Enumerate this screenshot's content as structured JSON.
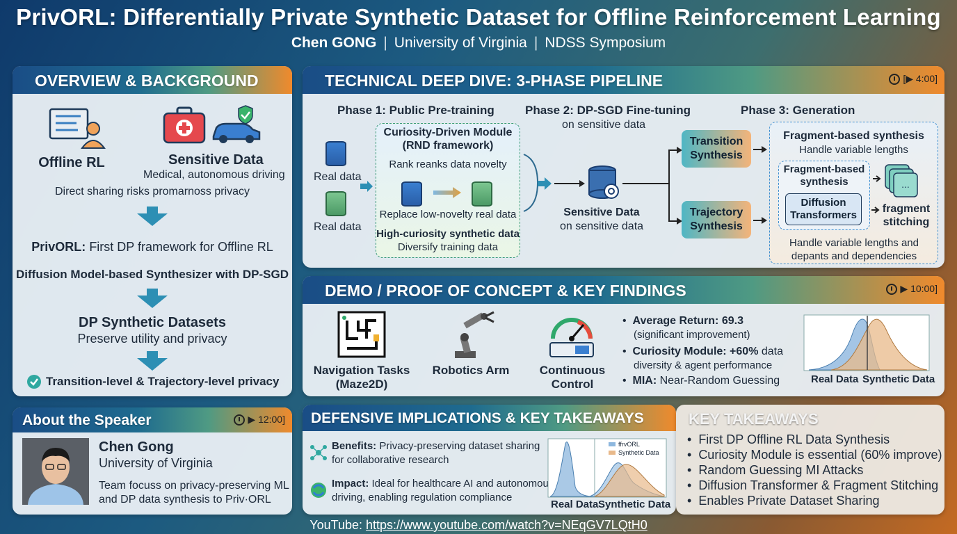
{
  "header": {
    "title": "PrivORL: Differentially Private Synthetic Dataset for Offline Reinforcement Learning",
    "author": "Chen GONG",
    "affiliation": "University of Virginia",
    "venue": "NDSS Symposium"
  },
  "overview": {
    "title": "OVERVIEW & BACKGROUND",
    "offline_rl": "Offline RL",
    "sensitive_data": "Sensitive Data",
    "sensitive_desc": "Medical, autonomous driving",
    "risk": "Direct sharing risks promarnoss privacy",
    "privorl_name": "PrivORL:",
    "privorl_desc": "First DP framework for Offline RL",
    "synth": "Diffusion Model-based Synthesizer with DP-SGD",
    "dp_title": "DP Synthetic Datasets",
    "dp_desc": "Preserve utility and privacy",
    "check": "Transition-level & Trajectory-level privacy"
  },
  "pipeline": {
    "title": "TECHNICAL DEEP DIVE: 3-PHASE PIPELINE",
    "timer": "[▶ 4:00]",
    "phase1": "Phase 1: Public Pre-training",
    "phase2": "Phase 2: DP-SGD Fine-tuning",
    "phase2_sub": "on sensitive data",
    "phase3": "Phase 3: Generation",
    "real1": "Real data",
    "real2": "Real data",
    "cur_title": "Curiosity-Driven Module",
    "cur_sub": "(RND framework)",
    "rank": "Rank reanks data novelty",
    "replace": "Replace low-novelty real data",
    "high": "High-curiosity synthetic data",
    "diversify": "Diversify training data",
    "sens_title": "Sensitive Data",
    "sens_sub": "on sensitive data",
    "trans": "Transition Synthesis",
    "traj": "Trajectory Synthesis",
    "frag_title": "Fragment-based synthesis",
    "frag_sub": "Handle variable lengths",
    "frag_inner": "Fragment-based synthesis",
    "diff": "Diffusion Transformers",
    "stitch": "fragment stitching",
    "frag_bottom": "Handle variable lengths and depants and dependencies"
  },
  "demo": {
    "title": "DEMO / PROOF OF CONCEPT & KEY FINDINGS",
    "timer": "▶ 10:00]",
    "nav": "Navigation Tasks",
    "nav_sub": "(Maze2D)",
    "robot": "Robotics Arm",
    "cont": "Continuous",
    "cont_sub": "Control",
    "b1_label": "Average Return: 69.3",
    "b1_sub": "(significant improvement)",
    "b2_label": "Curiosity Module: +60%",
    "b2_rest": " data",
    "b2_sub": "diversity & agent performance",
    "b3_label": "MIA:",
    "b3_rest": " Near-Random Guessing",
    "legend_real": "Real Data",
    "legend_syn": "Synthetic Data"
  },
  "speaker": {
    "title": "About the Speaker",
    "timer": "▶ 12:00]",
    "name": "Chen Gong",
    "uni": "University of Virginia",
    "desc1": "Team focuss on privacy-preserving ML",
    "desc2": "and DP data synthesis to Priv·ORL"
  },
  "defensive": {
    "title": "DEFENSIVE IMPLICATIONS & KEY TAKEAWAYS",
    "ben_label": "Benefits:",
    "ben_rest": " Privacy-preserving dataset sharing",
    "ben_sub": "for collaborative research",
    "imp_label": "Impact:",
    "imp_rest": " Ideal for healthcare AI and autonomous",
    "imp_sub": "driving, enabling regulation compliance",
    "leg1": "ffrvORL",
    "leg2": "Synthetic Data",
    "x1": "Real Data",
    "x2": "Synthetic Data"
  },
  "takeaways": {
    "title": "KEY TAKEAWAYS",
    "items": [
      "First DP Offline RL Data Synthesis",
      "Curiosity Module is essential (60% improve)",
      "Random Guessing MI Attacks",
      "Diffusion Transformer & Fragment Stitching",
      "Enables Private Dataset Sharing"
    ]
  },
  "footer": {
    "label": "YouTube:",
    "url": "https://www.youtube.com/watch?v=NEqGV7LQtH0"
  }
}
